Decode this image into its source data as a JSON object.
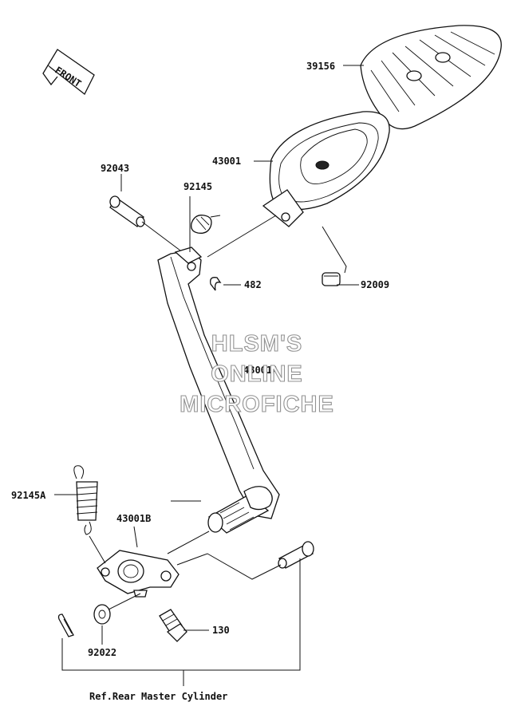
{
  "labels": {
    "p39156": "39156",
    "p43001": "43001",
    "p92043": "92043",
    "p92145": "92145",
    "p482": "482",
    "p92009": "92009",
    "p43001a": "43001A",
    "p92145a": "92145A",
    "p43001b": "43001B",
    "p130": "130",
    "p92022": "92022",
    "ref": "Ref.Rear Master Cylinder"
  },
  "badge": {
    "front": "FRONT"
  },
  "watermark": {
    "line1": "HLSM'S",
    "line2": "ONLINE",
    "line3": "MICROFICHE"
  },
  "colors": {
    "ink": "#111111",
    "watermark_outline": "#8d8d8d",
    "background": "#ffffff"
  }
}
